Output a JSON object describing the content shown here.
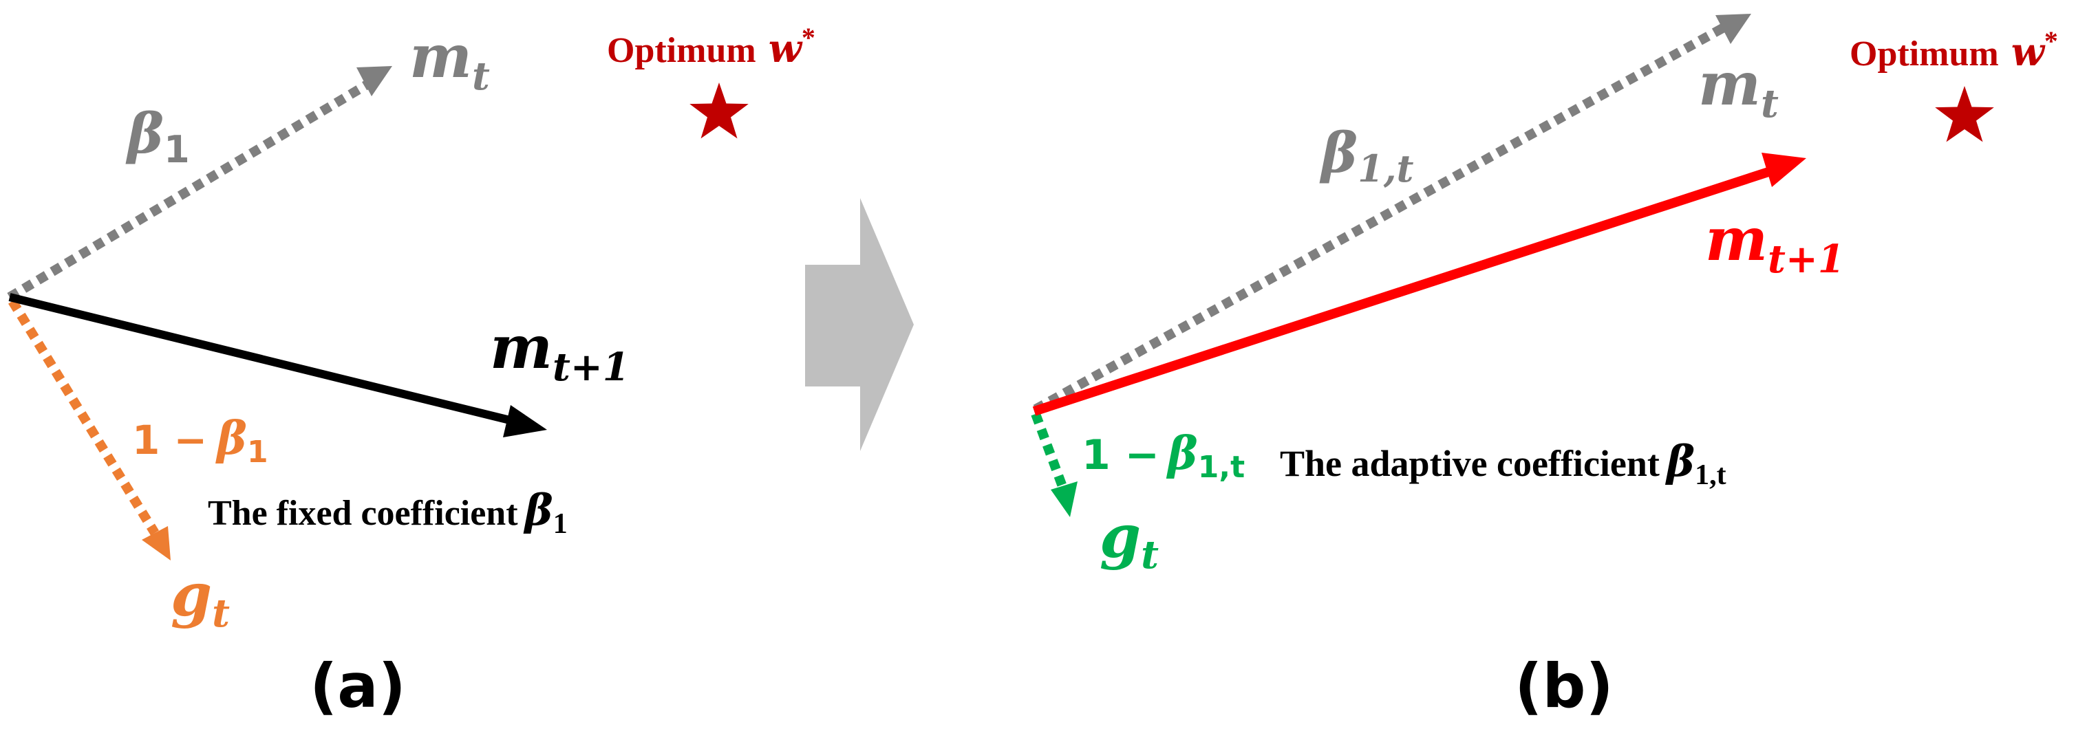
{
  "colors": {
    "momentum_prev": "#7f7f7f",
    "gradient_fixed": "#ed7d31",
    "result_fixed": "#000000",
    "result_adaptive": "#ff0000",
    "gradient_adaptive": "#00b050",
    "optimum": "#c00000",
    "transition_arrow": "#bfbfbf"
  },
  "icons": {
    "optimum_marker": "star",
    "transition": "block-arrow-right"
  },
  "panel_a": {
    "caption": "(a)",
    "optimum_label": "Optimum",
    "optimum_symbol": "w",
    "optimum_sup": "*",
    "m_t": {
      "base": "m",
      "sub": "t"
    },
    "beta": {
      "base": "β",
      "sub": "1"
    },
    "m_t1": {
      "base": "m",
      "sub": "t+1"
    },
    "one_minus": "1 −",
    "one_minus_beta": {
      "base": "β",
      "sub": "1"
    },
    "g_t": {
      "base": "g",
      "sub": "t"
    },
    "description": "The fixed coefficient",
    "description_beta": {
      "base": "β",
      "sub": "1"
    }
  },
  "panel_b": {
    "caption": "(b)",
    "optimum_label": "Optimum",
    "optimum_symbol": "w",
    "optimum_sup": "*",
    "m_t": {
      "base": "m",
      "sub": "t"
    },
    "beta": {
      "base": "β",
      "sub": "1,t"
    },
    "m_t1": {
      "base": "m",
      "sub": "t+1"
    },
    "one_minus": "1 −",
    "one_minus_beta": {
      "base": "β",
      "sub": "1,t"
    },
    "g_t": {
      "base": "g",
      "sub": "t"
    },
    "description": "The adaptive coefficient",
    "description_beta": {
      "base": "β",
      "sub": "1,t"
    }
  }
}
